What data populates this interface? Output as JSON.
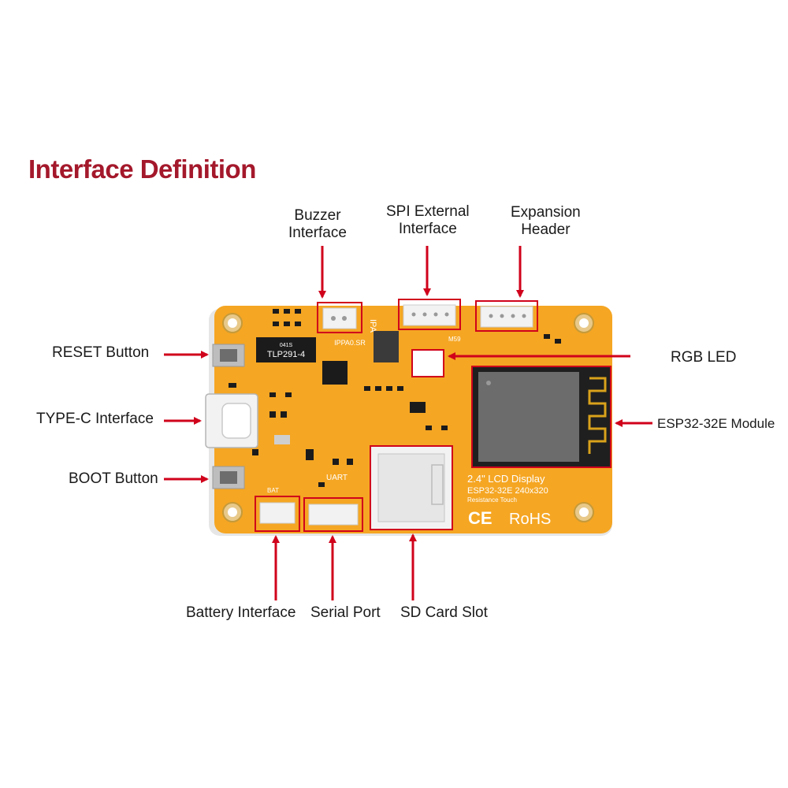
{
  "title": "Interface Definition",
  "labels": {
    "buzzer_line1": "Buzzer",
    "buzzer_line2": "Interface",
    "spi_line1": "SPI External",
    "spi_line2": "Interface",
    "expansion_line1": "Expansion",
    "expansion_line2": "Header",
    "reset": "RESET Button",
    "typec": "TYPE-C Interface",
    "boot": "BOOT Button",
    "rgb": "RGB LED",
    "esp32": "ESP32-32E Module",
    "battery": "Battery Interface",
    "serial": "Serial Port",
    "sdcard": "SD Card Slot"
  },
  "board_text": {
    "chip": "TLP291-4",
    "chip_code": "041S",
    "lcd": "2.4\" LCD Display",
    "model": "ESP32-32E 240x320",
    "touch": "Resistance Touch",
    "ce": "CE",
    "rohs": "RoHS",
    "uart": "UART",
    "bat": "BAT",
    "m59": "M59",
    "ipa": "IPA",
    "silk_pins": "IPPA0.SR"
  },
  "colors": {
    "accent": "#d0021b",
    "title": "#a4182b",
    "pcb": "#f5a623"
  }
}
